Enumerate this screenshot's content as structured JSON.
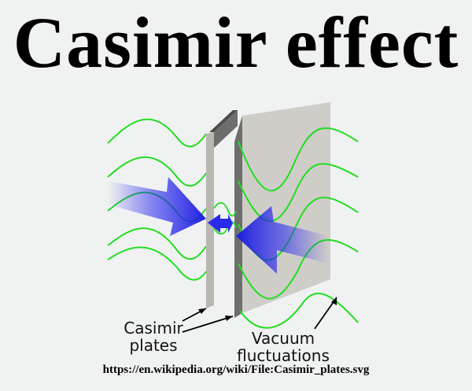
{
  "title": "Casimir effect",
  "labels": {
    "plates": [
      "Casimir",
      "plates"
    ],
    "fluctuations": [
      "Vacuum",
      "fluctuations"
    ]
  },
  "source": "https://en.wikipedia.org/wiki/File:Casimir_plates.svg",
  "colors": {
    "wave": "#22dd22",
    "force_arrow": "#2a2aee",
    "plate_face": "#cfcdc8",
    "plate_edge": "#6e6e6c",
    "background": "#f0f2f2"
  }
}
